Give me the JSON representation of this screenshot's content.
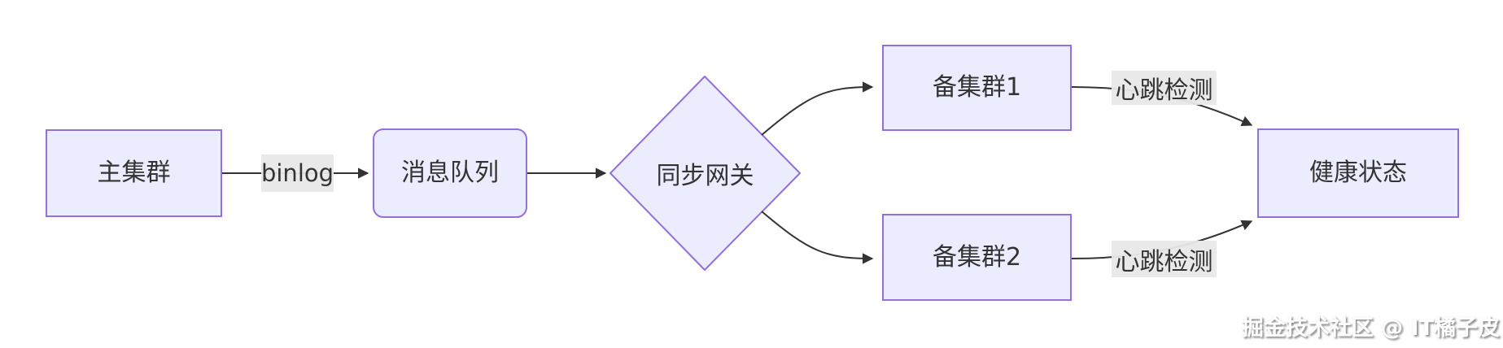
{
  "diagram": {
    "type": "flowchart",
    "direction": "left-to-right",
    "colors": {
      "background": "#ffffff",
      "node_fill": "#ECECFF",
      "node_border": "#9370DB",
      "node_text": "#333333",
      "edge_line": "#333333",
      "edge_label_bg": "#e8e8e8"
    },
    "nodes": [
      {
        "id": "main",
        "label": "主集群",
        "shape": "rectangle"
      },
      {
        "id": "queue",
        "label": "消息队列",
        "shape": "rounded-rectangle"
      },
      {
        "id": "gateway",
        "label": "同步网关",
        "shape": "diamond"
      },
      {
        "id": "backup1",
        "label": "备集群1",
        "shape": "rectangle"
      },
      {
        "id": "backup2",
        "label": "备集群2",
        "shape": "rectangle"
      },
      {
        "id": "health",
        "label": "健康状态",
        "shape": "rectangle"
      }
    ],
    "edges": [
      {
        "from": "main",
        "to": "queue",
        "label": "binlog"
      },
      {
        "from": "queue",
        "to": "gateway",
        "label": ""
      },
      {
        "from": "gateway",
        "to": "backup1",
        "label": ""
      },
      {
        "from": "gateway",
        "to": "backup2",
        "label": ""
      },
      {
        "from": "backup1",
        "to": "health",
        "label": "心跳检测"
      },
      {
        "from": "backup2",
        "to": "health",
        "label": "心跳检测"
      }
    ],
    "watermark": "掘金技术社区 @ IT橘子皮"
  }
}
